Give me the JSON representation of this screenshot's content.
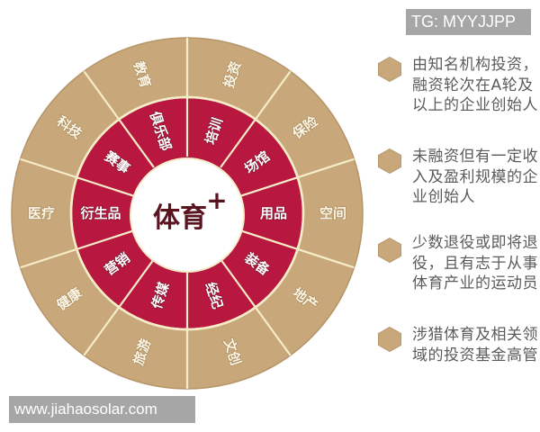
{
  "wheel": {
    "center_title": "体育",
    "center_plus": "+",
    "colors": {
      "outer_ring": "#c8a87a",
      "inner_ring": "#b8173f",
      "center": "#ffffff",
      "divider": "#f5ecc8"
    },
    "outer_ring": [
      {
        "label": "投资"
      },
      {
        "label": "保险"
      },
      {
        "label": "空间"
      },
      {
        "label": "地产"
      },
      {
        "label": "文创"
      },
      {
        "label": "旅游"
      },
      {
        "label": "健康"
      },
      {
        "label": "医疗"
      },
      {
        "label": "科技"
      },
      {
        "label": "教育"
      }
    ],
    "inner_ring": [
      {
        "label": "培训"
      },
      {
        "label": "场馆"
      },
      {
        "label": "用品"
      },
      {
        "label": "装备"
      },
      {
        "label": "经纪"
      },
      {
        "label": "传媒"
      },
      {
        "label": "营销"
      },
      {
        "label": "衍生品"
      },
      {
        "label": "赛事"
      },
      {
        "label": "俱乐部"
      }
    ]
  },
  "legend": {
    "bullet_color": "#c8a87a",
    "items": [
      {
        "text": "由知名机构投资，\n融资轮次在A轮及\n以上的企业创始人"
      },
      {
        "text": "未融资但有一定收\n入及盈利规模的企\n业创始人"
      },
      {
        "text": "少数退役或即将退\n役，且有志于从事\n体育产业的运动员"
      },
      {
        "text": "涉猎体育及相关领\n域的投资基金高管"
      }
    ]
  },
  "watermarks": {
    "top": "TG: MYYJJPP",
    "bottom": "www.jiahaosolar.com"
  }
}
